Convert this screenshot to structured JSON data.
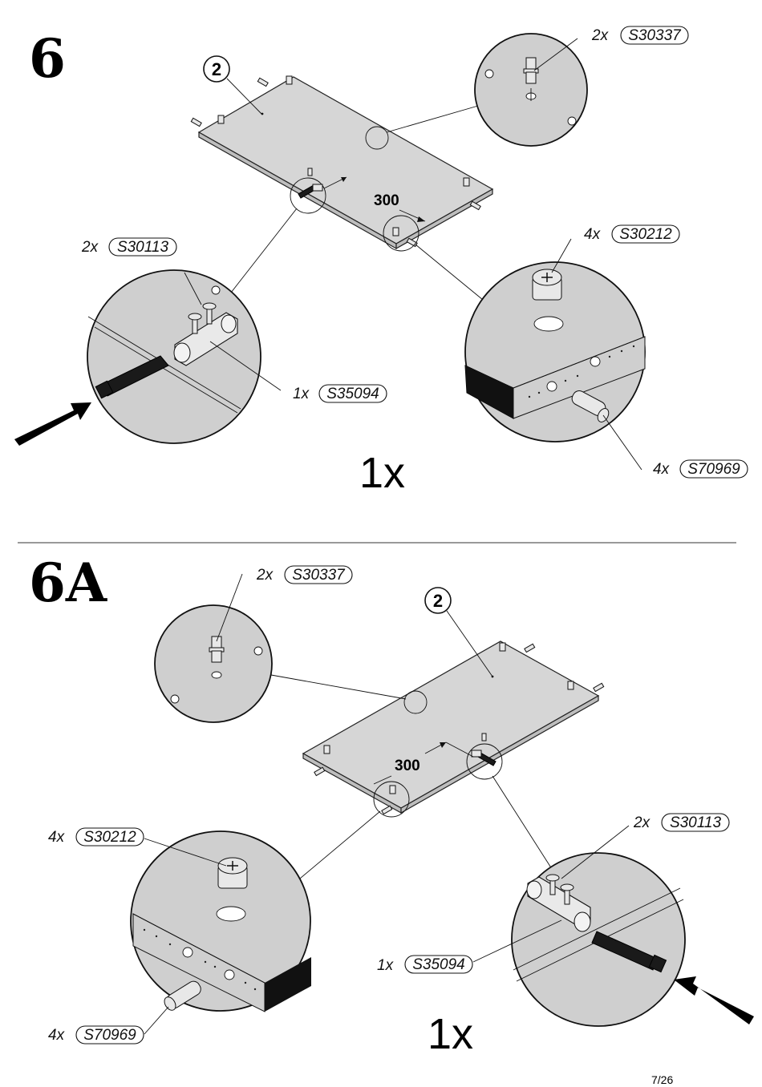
{
  "page_number": "7/26",
  "steps": [
    {
      "id": "6",
      "multiplier": "1x",
      "part_number": "2",
      "dimension": "300",
      "parts": [
        {
          "qty": "2x",
          "code": "S30337"
        },
        {
          "qty": "2x",
          "code": "S30113"
        },
        {
          "qty": "1x",
          "code": "S35094"
        },
        {
          "qty": "4x",
          "code": "S30212"
        },
        {
          "qty": "4x",
          "code": "S70969"
        }
      ]
    },
    {
      "id": "6A",
      "multiplier": "1x",
      "part_number": "2",
      "dimension": "300",
      "parts": [
        {
          "qty": "2x",
          "code": "S30337"
        },
        {
          "qty": "4x",
          "code": "S30212"
        },
        {
          "qty": "4x",
          "code": "S70969"
        },
        {
          "qty": "2x",
          "code": "S30113"
        },
        {
          "qty": "1x",
          "code": "S35094"
        }
      ]
    }
  ]
}
